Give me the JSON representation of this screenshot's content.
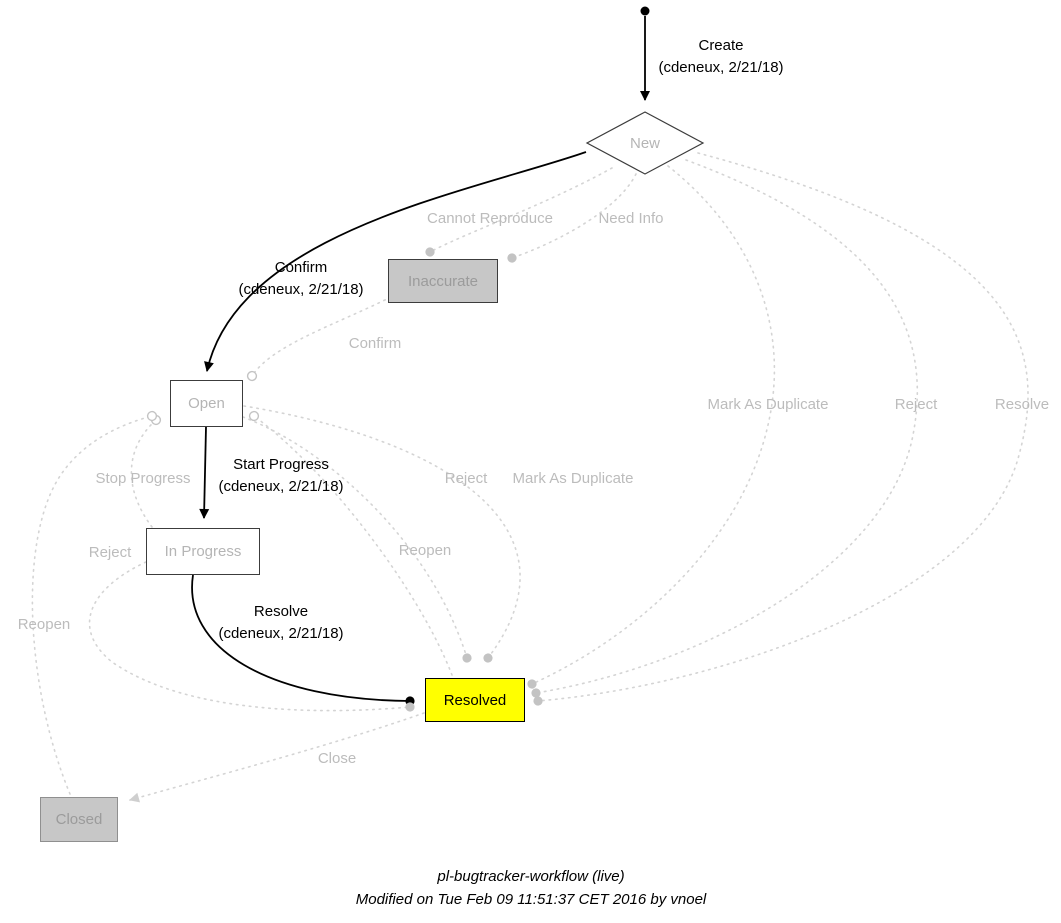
{
  "diagram_title": "pl-bugtracker-workflow",
  "nodes": {
    "start": {
      "label": ""
    },
    "new": {
      "label": "New"
    },
    "inaccurate": {
      "label": "Inaccurate"
    },
    "open": {
      "label": "Open"
    },
    "in_progress": {
      "label": "In Progress"
    },
    "resolved": {
      "label": "Resolved"
    },
    "closed": {
      "label": "Closed"
    }
  },
  "edges": {
    "create": {
      "label": "Create",
      "detail": "(cdeneux, 2/21/18)"
    },
    "confirm_exec": {
      "label": "Confirm",
      "detail": "(cdeneux, 2/21/18)"
    },
    "start_progress_exec": {
      "label": "Start Progress",
      "detail": "(cdeneux, 2/21/18)"
    },
    "resolve_exec": {
      "label": "Resolve",
      "detail": "(cdeneux, 2/21/18)"
    },
    "cannot_reproduce": {
      "label": "Cannot Reproduce"
    },
    "need_info": {
      "label": "Need Info"
    },
    "confirm_available": {
      "label": "Confirm"
    },
    "mark_as_duplicate_new": {
      "label": "Mark As Duplicate"
    },
    "reject_new": {
      "label": "Reject"
    },
    "resolve_new": {
      "label": "Resolve"
    },
    "stop_progress": {
      "label": "Stop Progress"
    },
    "reject_open": {
      "label": "Reject"
    },
    "mark_as_duplicate_open": {
      "label": "Mark As Duplicate"
    },
    "reject_in_progress": {
      "label": "Reject"
    },
    "reopen_resolved": {
      "label": "Reopen"
    },
    "reopen_closed": {
      "label": "Reopen"
    },
    "close": {
      "label": "Close"
    }
  },
  "caption": {
    "line1": "pl-bugtracker-workflow (live)",
    "line2": "Modified on Tue Feb 09 11:51:37 CET 2016 by vnoel"
  },
  "colors": {
    "executed_edge": "#000000",
    "available_edge": "#d4d4d4",
    "available_text": "#bcbcbc",
    "resolved_fill": "#ffff00",
    "gray_node_fill": "#c7c7c7"
  }
}
